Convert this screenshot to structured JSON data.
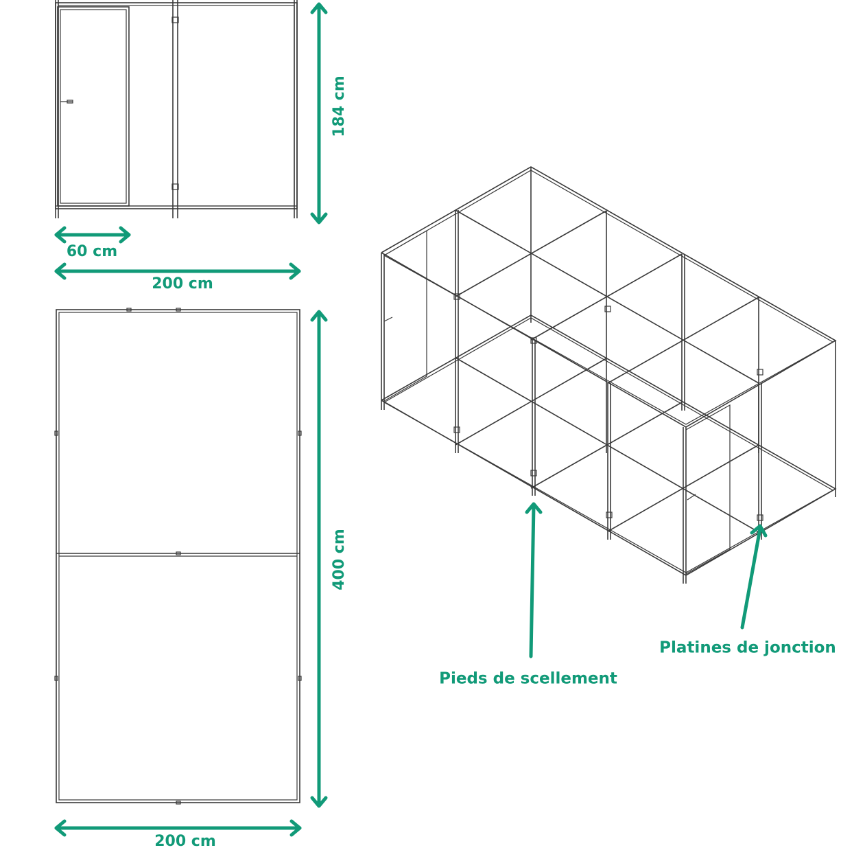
{
  "colors": {
    "accent": "#119a78",
    "frame": "#3a3a3a",
    "background": "#ffffff"
  },
  "front_view": {
    "height_label": "184 cm",
    "door_width_label": "60 cm",
    "total_width_label": "200 cm"
  },
  "top_view": {
    "length_label": "400 cm",
    "width_label": "200 cm"
  },
  "isometric_view": {
    "callout_left": "Pieds de scellement",
    "callout_right": "Platines de jonction"
  }
}
